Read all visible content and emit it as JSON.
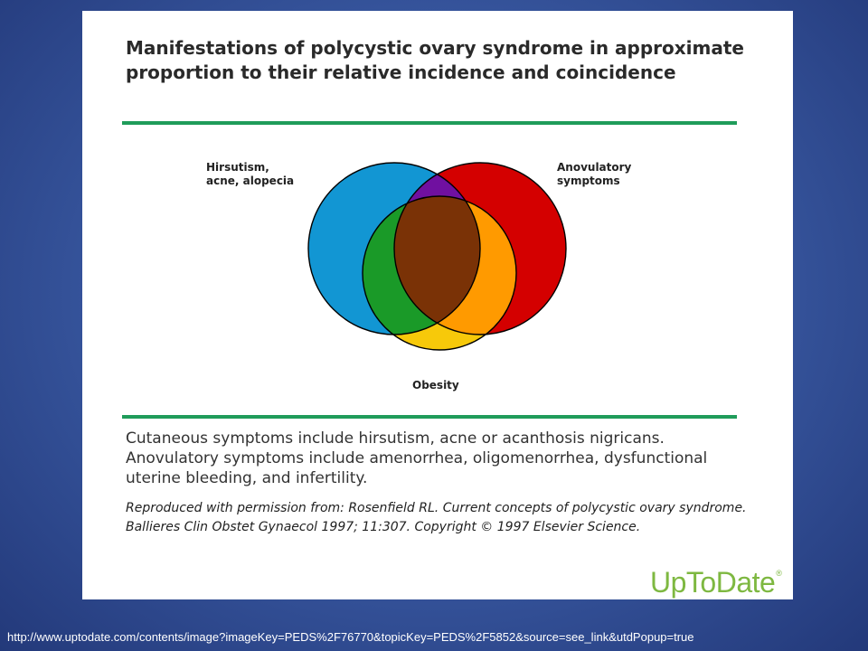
{
  "slide": {
    "title": "Manifestations of polycystic ovary syndrome in approximate proportion to their relative incidence and coincidence",
    "diagram": {
      "labels": {
        "hirsutism": "Hirsutism,\nacne, alopecia",
        "anovulatory": "Anovulatory\nsymptoms",
        "obesity": "Obesity"
      },
      "colors": {
        "hirsutism_only": "#1296d3",
        "anovulatory_only": "#d40000",
        "obesity_only": "#f7c90a",
        "hirsutism_anovulatory": "#7010a0",
        "hirsutism_obesity": "#1a9a28",
        "anovulatory_obesity": "#ff9a00",
        "all_three": "#7a3206",
        "outline": "#000000"
      }
    },
    "caption": "Cutaneous symptoms include hirsutism, acne or acanthosis nigricans. Anovulatory symptoms include amenorrhea, oligomenorrhea, dysfunctional uterine bleeding, and infertility.",
    "credit": "Reproduced with permission from: Rosenfield RL. Current concepts of polycystic ovary syndrome. Ballieres Clin Obstet Gynaecol 1997; 11:307. Copyright © 1997 Elsevier Science.",
    "logo": {
      "text": "UpToDate",
      "mark": "®",
      "color": "#7eb841"
    },
    "accent_color": "#1f9c5a"
  },
  "footer": {
    "url": "http://www.uptodate.com/contents/image?imageKey=PEDS%2F76770&topicKey=PEDS%2F5852&source=see_link&utdPopup=true"
  }
}
